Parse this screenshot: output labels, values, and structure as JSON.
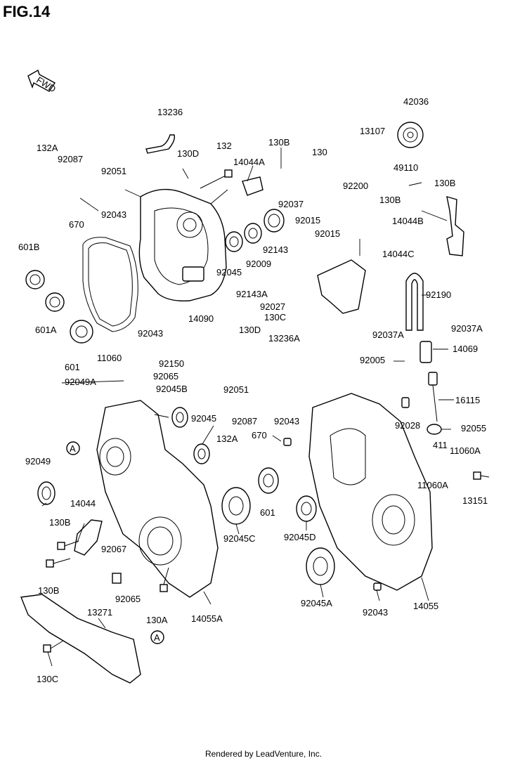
{
  "title": "FIG.14",
  "fwd_label": "FWD",
  "footer": "Rendered by LeadVenture, Inc.",
  "callout_letter": "A",
  "part_labels": [
    {
      "id": "42036"
    },
    {
      "id": "13107"
    },
    {
      "id": "49110"
    },
    {
      "id": "13236"
    },
    {
      "id": "132A"
    },
    {
      "id": "92087"
    },
    {
      "id": "130D"
    },
    {
      "id": "132"
    },
    {
      "id": "130B"
    },
    {
      "id": "130"
    },
    {
      "id": "14044A"
    },
    {
      "id": "92051"
    },
    {
      "id": "92200"
    },
    {
      "id": "130B"
    },
    {
      "id": "92037"
    },
    {
      "id": "130B"
    },
    {
      "id": "92043"
    },
    {
      "id": "670"
    },
    {
      "id": "14044B"
    },
    {
      "id": "92015"
    },
    {
      "id": "92015"
    },
    {
      "id": "601B"
    },
    {
      "id": "92143"
    },
    {
      "id": "92009"
    },
    {
      "id": "14044C"
    },
    {
      "id": "92045"
    },
    {
      "id": "92143A"
    },
    {
      "id": "92190"
    },
    {
      "id": "92027"
    },
    {
      "id": "14090"
    },
    {
      "id": "601A"
    },
    {
      "id": "130C"
    },
    {
      "id": "92043"
    },
    {
      "id": "130D"
    },
    {
      "id": "92037A"
    },
    {
      "id": "92037A"
    },
    {
      "id": "13236A"
    },
    {
      "id": "14069"
    },
    {
      "id": "601"
    },
    {
      "id": "11060"
    },
    {
      "id": "92150"
    },
    {
      "id": "92005"
    },
    {
      "id": "92049A"
    },
    {
      "id": "92065"
    },
    {
      "id": "92045B"
    },
    {
      "id": "92051"
    },
    {
      "id": "16115"
    },
    {
      "id": "92045"
    },
    {
      "id": "92087"
    },
    {
      "id": "92043"
    },
    {
      "id": "92028"
    },
    {
      "id": "92055"
    },
    {
      "id": "132A"
    },
    {
      "id": "670"
    },
    {
      "id": "411"
    },
    {
      "id": "11060A"
    },
    {
      "id": "92049"
    },
    {
      "id": "11060A"
    },
    {
      "id": "13151"
    },
    {
      "id": "14044"
    },
    {
      "id": "601"
    },
    {
      "id": "130B"
    },
    {
      "id": "92045C"
    },
    {
      "id": "92045D"
    },
    {
      "id": "92067"
    },
    {
      "id": "130B"
    },
    {
      "id": "92065"
    },
    {
      "id": "92045A"
    },
    {
      "id": "92043"
    },
    {
      "id": "14055"
    },
    {
      "id": "130A"
    },
    {
      "id": "14055A"
    },
    {
      "id": "13271"
    },
    {
      "id": "130C"
    }
  ]
}
